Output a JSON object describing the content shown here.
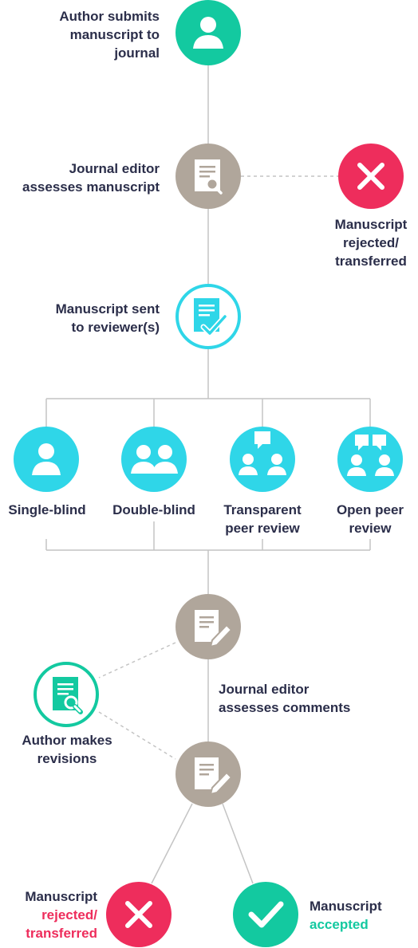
{
  "colors": {
    "green": "#13c9a0",
    "grey": "#b0a69b",
    "cyan": "#2fd6e8",
    "red": "#ee2d5c",
    "text": "#2b2e4a",
    "line": "#c4c4c4"
  },
  "steps": {
    "submit": {
      "lines": [
        "Author submits",
        "manuscript to",
        "journal"
      ],
      "icon": "user-icon"
    },
    "assess": {
      "lines": [
        "Journal editor",
        "assesses manuscript"
      ],
      "icon": "document-search-icon"
    },
    "rejected_top": {
      "lines": [
        "Manuscript",
        "rejected/",
        "transferred"
      ],
      "icon": "cross-icon"
    },
    "sent": {
      "lines": [
        "Manuscript sent",
        "to reviewer(s)"
      ],
      "icon": "document-check-icon"
    },
    "assess_comments": {
      "lines": [
        "Journal editor",
        "assesses comments"
      ],
      "icon": "document-edit-icon"
    },
    "revisions": {
      "lines": [
        "Author makes",
        "revisions"
      ],
      "icon": "document-search-icon"
    },
    "rejected_bottom": {
      "line1": "Manuscript",
      "line2": "rejected/",
      "line3": "transferred",
      "icon": "cross-icon"
    },
    "accepted": {
      "line1": "Manuscript",
      "line2": "accepted",
      "icon": "check-icon"
    }
  },
  "review_types": [
    {
      "lines": [
        "Single-blind"
      ],
      "icon": "single-user-icon"
    },
    {
      "lines": [
        "Double-blind"
      ],
      "icon": "two-users-icon"
    },
    {
      "lines": [
        "Transparent",
        "peer review"
      ],
      "icon": "users-speech-icon"
    },
    {
      "lines": [
        "Open peer",
        "review"
      ],
      "icon": "users-speech-two-icon"
    }
  ]
}
